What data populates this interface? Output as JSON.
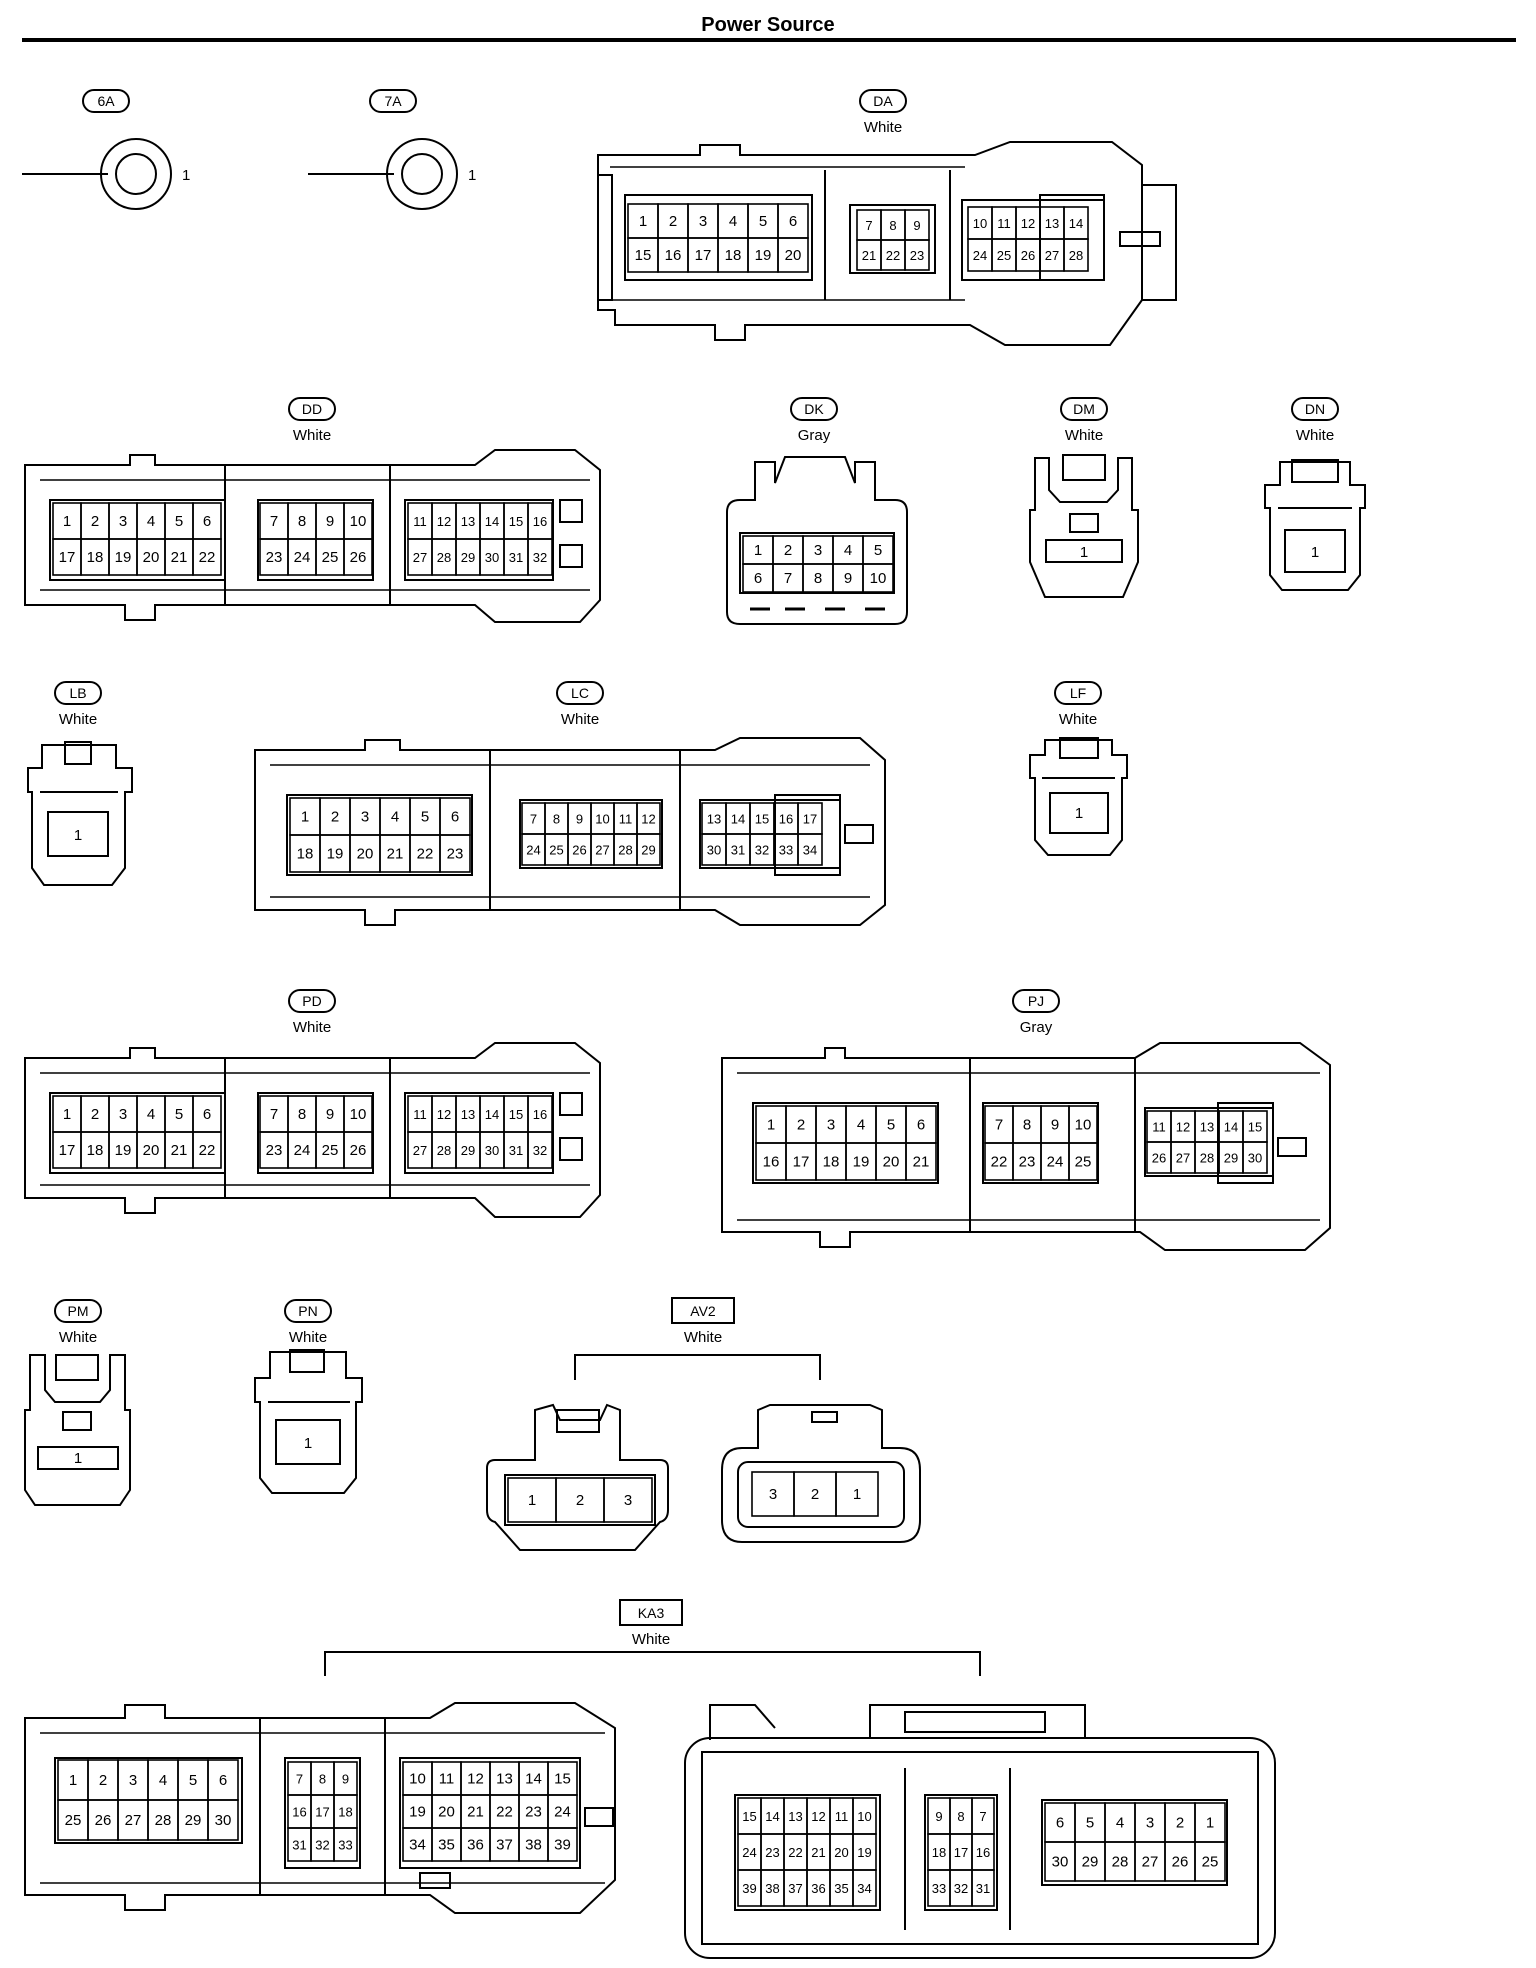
{
  "title": "Power Source",
  "connectors": [
    {
      "id": "6A",
      "terminal": "1"
    },
    {
      "id": "7A",
      "terminal": "1"
    },
    {
      "id": "DA",
      "color": "White",
      "groups": [
        [
          [
            "1",
            "2",
            "3",
            "4",
            "5",
            "6"
          ],
          [
            "15",
            "16",
            "17",
            "18",
            "19",
            "20"
          ]
        ],
        [
          [
            "7",
            "8",
            "9"
          ],
          [
            "21",
            "22",
            "23"
          ]
        ],
        [
          [
            "10",
            "11",
            "12",
            "13",
            "14"
          ],
          [
            "24",
            "25",
            "26",
            "27",
            "28"
          ]
        ]
      ]
    },
    {
      "id": "DD",
      "color": "White",
      "groups": [
        [
          [
            "1",
            "2",
            "3",
            "4",
            "5",
            "6"
          ],
          [
            "17",
            "18",
            "19",
            "20",
            "21",
            "22"
          ]
        ],
        [
          [
            "7",
            "8",
            "9",
            "10"
          ],
          [
            "23",
            "24",
            "25",
            "26"
          ]
        ],
        [
          [
            "11",
            "12",
            "13",
            "14",
            "15",
            "16"
          ],
          [
            "27",
            "28",
            "29",
            "30",
            "31",
            "32"
          ]
        ]
      ]
    },
    {
      "id": "DK",
      "color": "Gray",
      "groups": [
        [
          [
            "1",
            "2",
            "3",
            "4",
            "5"
          ],
          [
            "6",
            "7",
            "8",
            "9",
            "10"
          ]
        ]
      ]
    },
    {
      "id": "DM",
      "color": "White",
      "groups": [
        [
          [
            "1"
          ]
        ]
      ]
    },
    {
      "id": "DN",
      "color": "White",
      "groups": [
        [
          [
            "1"
          ]
        ]
      ]
    },
    {
      "id": "LB",
      "color": "White",
      "groups": [
        [
          [
            "1"
          ]
        ]
      ]
    },
    {
      "id": "LC",
      "color": "White",
      "groups": [
        [
          [
            "1",
            "2",
            "3",
            "4",
            "5",
            "6"
          ],
          [
            "18",
            "19",
            "20",
            "21",
            "22",
            "23"
          ]
        ],
        [
          [
            "7",
            "8",
            "9",
            "10",
            "11",
            "12"
          ],
          [
            "24",
            "25",
            "26",
            "27",
            "28",
            "29"
          ]
        ],
        [
          [
            "13",
            "14",
            "15",
            "16",
            "17"
          ],
          [
            "30",
            "31",
            "32",
            "33",
            "34"
          ]
        ]
      ]
    },
    {
      "id": "LF",
      "color": "White",
      "groups": [
        [
          [
            "1"
          ]
        ]
      ]
    },
    {
      "id": "PD",
      "color": "White",
      "groups": [
        [
          [
            "1",
            "2",
            "3",
            "4",
            "5",
            "6"
          ],
          [
            "17",
            "18",
            "19",
            "20",
            "21",
            "22"
          ]
        ],
        [
          [
            "7",
            "8",
            "9",
            "10"
          ],
          [
            "23",
            "24",
            "25",
            "26"
          ]
        ],
        [
          [
            "11",
            "12",
            "13",
            "14",
            "15",
            "16"
          ],
          [
            "27",
            "28",
            "29",
            "30",
            "31",
            "32"
          ]
        ]
      ]
    },
    {
      "id": "PJ",
      "color": "Gray",
      "groups": [
        [
          [
            "1",
            "2",
            "3",
            "4",
            "5",
            "6"
          ],
          [
            "16",
            "17",
            "18",
            "19",
            "20",
            "21"
          ]
        ],
        [
          [
            "7",
            "8",
            "9",
            "10"
          ],
          [
            "22",
            "23",
            "24",
            "25"
          ]
        ],
        [
          [
            "11",
            "12",
            "13",
            "14",
            "15"
          ],
          [
            "26",
            "27",
            "28",
            "29",
            "30"
          ]
        ]
      ]
    },
    {
      "id": "PM",
      "color": "White",
      "groups": [
        [
          [
            "1"
          ]
        ]
      ]
    },
    {
      "id": "PN",
      "color": "White",
      "groups": [
        [
          [
            "1"
          ]
        ]
      ]
    },
    {
      "id": "AV2",
      "color": "White",
      "male": [
        [
          "1",
          "2",
          "3"
        ]
      ],
      "female": [
        [
          "3",
          "2",
          "1"
        ]
      ]
    },
    {
      "id": "KA3",
      "color": "White",
      "male": [
        [
          [
            "1",
            "2",
            "3",
            "4",
            "5",
            "6"
          ],
          [
            "25",
            "26",
            "27",
            "28",
            "29",
            "30"
          ]
        ],
        [
          [
            "7",
            "8",
            "9"
          ],
          [
            "16",
            "17",
            "18"
          ],
          [
            "31",
            "32",
            "33"
          ]
        ],
        [
          [
            "10",
            "11",
            "12",
            "13",
            "14",
            "15"
          ],
          [
            "19",
            "20",
            "21",
            "22",
            "23",
            "24"
          ],
          [
            "34",
            "35",
            "36",
            "37",
            "38",
            "39"
          ]
        ]
      ],
      "female": [
        [
          [
            "15",
            "14",
            "13",
            "12",
            "11",
            "10"
          ],
          [
            "24",
            "23",
            "22",
            "21",
            "20",
            "19"
          ],
          [
            "39",
            "38",
            "37",
            "36",
            "35",
            "34"
          ]
        ],
        [
          [
            "9",
            "8",
            "7"
          ],
          [
            "18",
            "17",
            "16"
          ],
          [
            "33",
            "32",
            "31"
          ]
        ],
        [
          [
            "6",
            "5",
            "4",
            "3",
            "2",
            "1"
          ],
          [
            "30",
            "29",
            "28",
            "27",
            "26",
            "25"
          ]
        ]
      ]
    }
  ]
}
